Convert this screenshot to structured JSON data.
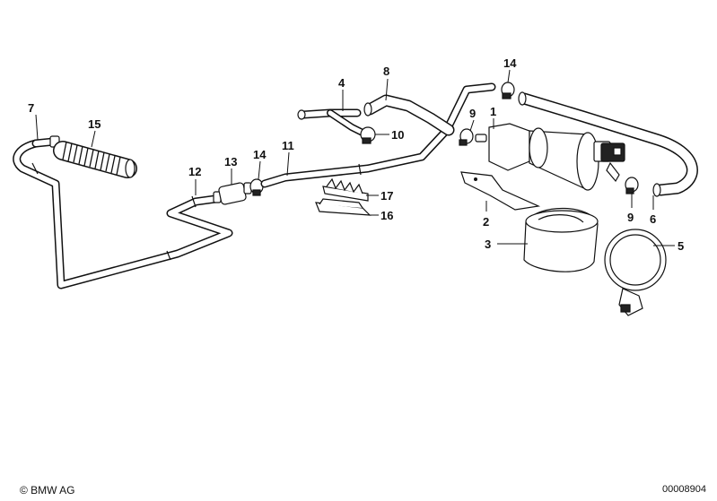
{
  "part_labels": {
    "p1": "1",
    "p2": "2",
    "p3": "3",
    "p4": "4",
    "p5": "5",
    "p6": "6",
    "p7": "7",
    "p8": "8",
    "p9a": "9",
    "p9b": "9",
    "p10": "10",
    "p11": "11",
    "p12": "12",
    "p13": "13",
    "p14a": "14",
    "p14b": "14",
    "p15": "15",
    "p16": "16",
    "p17": "17"
  },
  "footer": {
    "copyright": "© BMW AG",
    "image_number": "00008904"
  }
}
